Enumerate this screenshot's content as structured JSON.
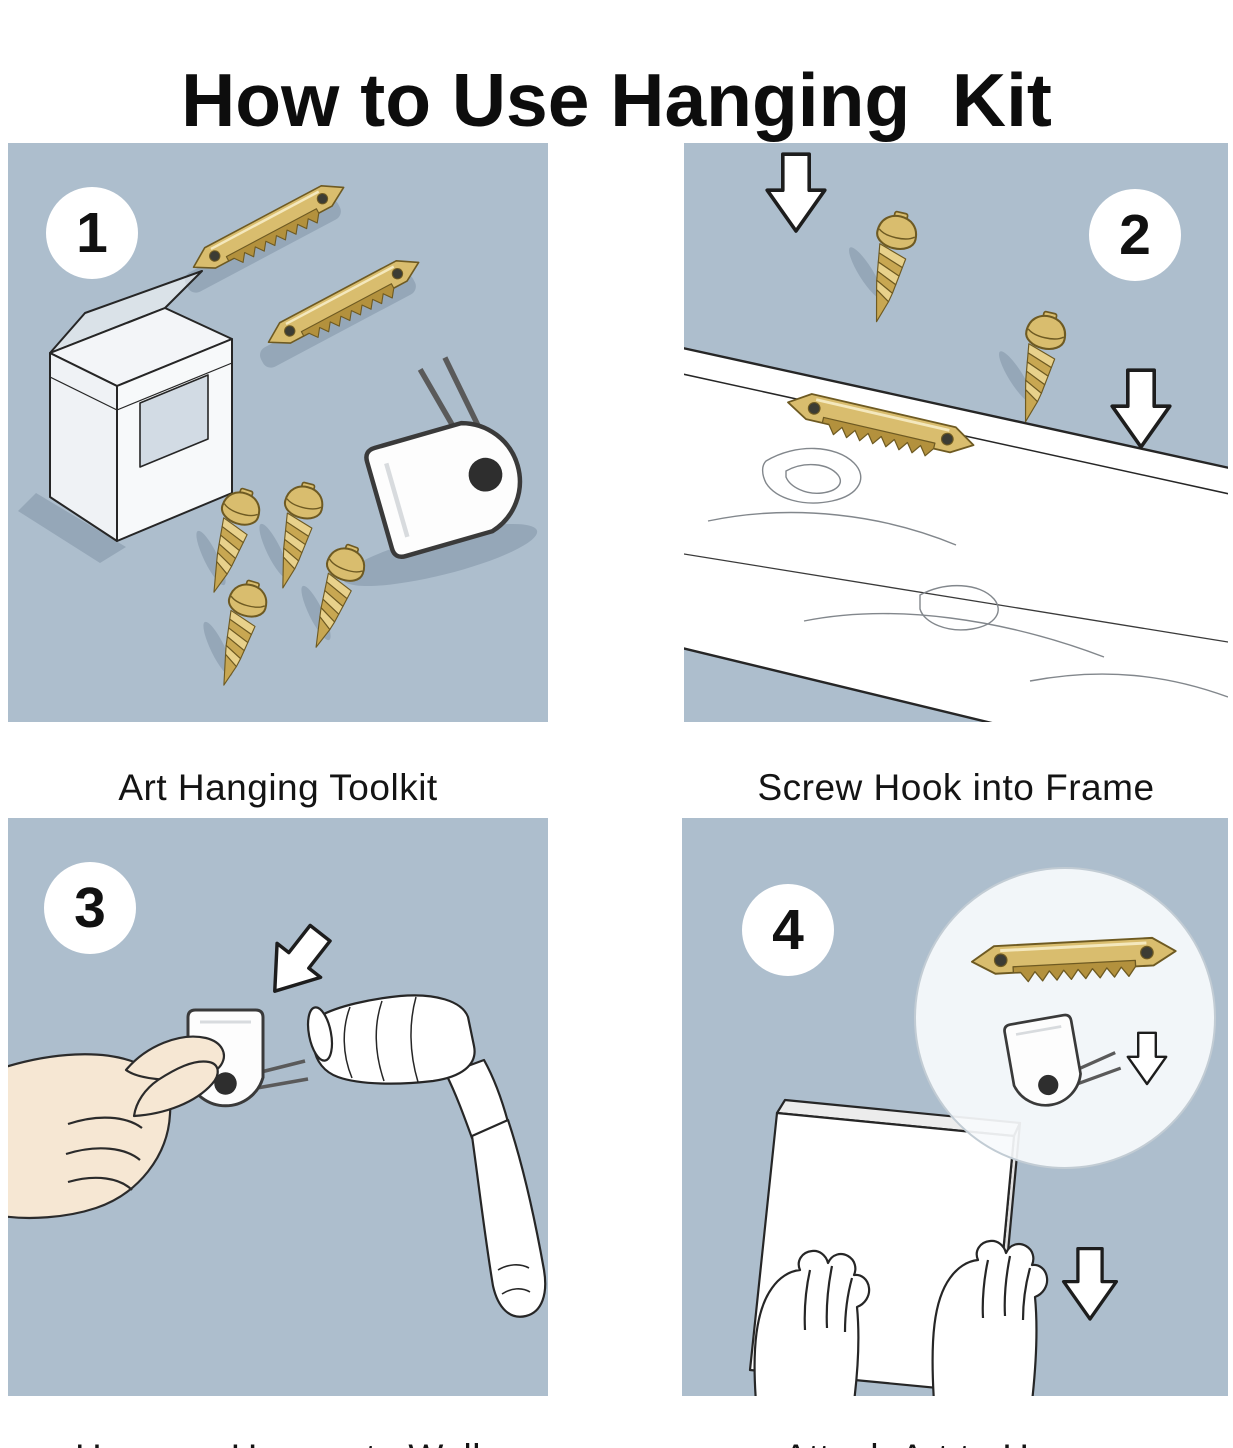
{
  "title": "How to Use Hanging  Kit",
  "steps": [
    {
      "number": "1",
      "caption": "Art Hanging Toolkit"
    },
    {
      "number": "2",
      "caption": "Screw Hook into Frame"
    },
    {
      "number": "3",
      "caption": "Hammer Hanger to Wall"
    },
    {
      "number": "4",
      "caption": "Attach Art to Hanger"
    }
  ],
  "colors": {
    "panel_background": "#adbecd",
    "brass": "#d9bd6e",
    "brass_light": "#e8d18b",
    "brass_deep": "#c8a752",
    "brass_dark": "#b3913d",
    "skin": "#f6e7d3",
    "shadow": "#95a7b8",
    "paper": "#ffffff",
    "outline": "#262626"
  }
}
